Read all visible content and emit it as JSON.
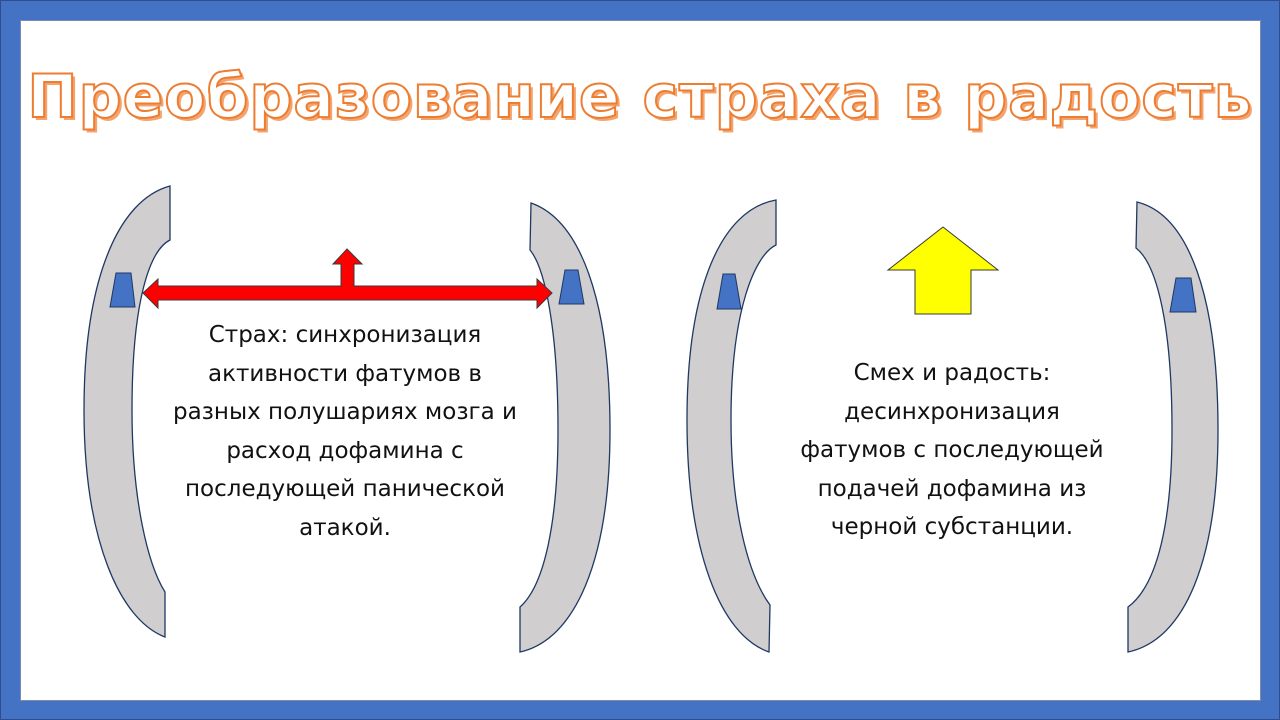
{
  "slide": {
    "title": "Преобразование страха в радость",
    "colors": {
      "frame": "#4472C4",
      "background": "#FFFFFF",
      "title_stroke": "#ED7D31",
      "arc_fill": "#D0CECE",
      "arc_stroke": "#1F3864",
      "receptor_fill": "#4472C4",
      "fear_arrow": "#FF0000",
      "joy_arrow": "#FFFF00"
    }
  },
  "left_panel": {
    "label": "fear",
    "caption_lines": [
      "Страх: синхронизация",
      "активности фатумов в",
      "разных полушариях мозга и",
      "расход дофамина с",
      "последующей панической",
      "атакой."
    ],
    "arrow": "double-headed horizontal red arrow with upward branch"
  },
  "right_panel": {
    "label": "joy",
    "caption_lines": [
      "Смех и радость:",
      "десинхронизация",
      "фатумов с последующей",
      "подачей дофамина из",
      "черной субстанции."
    ],
    "arrow": "yellow upward block arrow"
  }
}
